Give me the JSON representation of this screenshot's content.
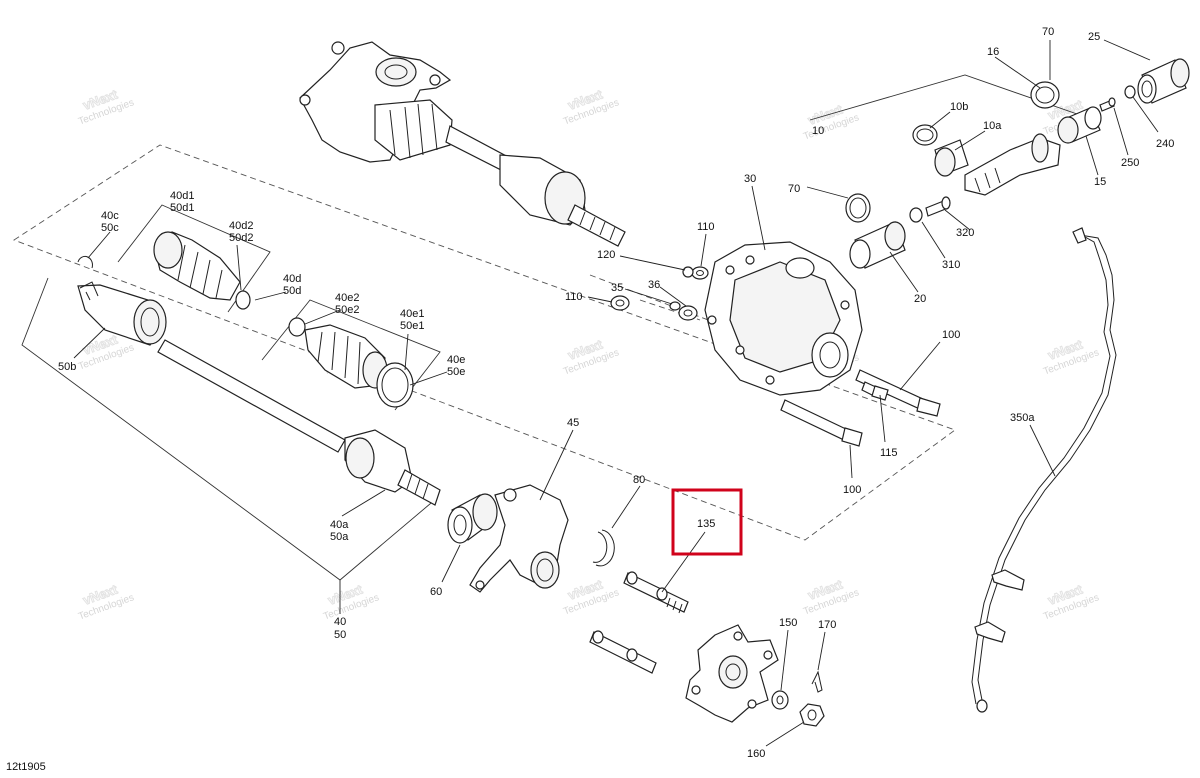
{
  "diagram_id": "12t1905",
  "watermark": {
    "line1": "vNext",
    "line2": "Technologies"
  },
  "highlight_label": "135",
  "labels": {
    "p70a": "70",
    "p16": "16",
    "p25": "25",
    "p10b": "10b",
    "p10a": "10a",
    "p10": "10",
    "p250": "250",
    "p240": "240",
    "p15": "15",
    "p30": "30",
    "p70b": "70",
    "p320": "320",
    "p310": "310",
    "p20": "20",
    "p110a": "110",
    "p120": "120",
    "p36": "36",
    "p35": "35",
    "p110b": "110",
    "p100a": "100",
    "p100b": "100",
    "p115": "115",
    "p40d1": "40d1",
    "p50d1": "50d1",
    "p40c": "40c",
    "p50c": "50c",
    "p40d2": "40d2",
    "p50d2": "50d2",
    "p40d": "40d",
    "p50d": "50d",
    "p40e2": "40e2",
    "p50e2": "50e2",
    "p40e1": "40e1",
    "p50e1": "50e1",
    "p40e": "40e",
    "p50e": "50e",
    "p50b": "50b",
    "p45": "45",
    "p80": "80",
    "p40a": "40a",
    "p50a": "50a",
    "p60": "60",
    "p40": "40",
    "p50": "50",
    "p150": "150",
    "p170": "170",
    "p160": "160",
    "p350a": "350a"
  }
}
